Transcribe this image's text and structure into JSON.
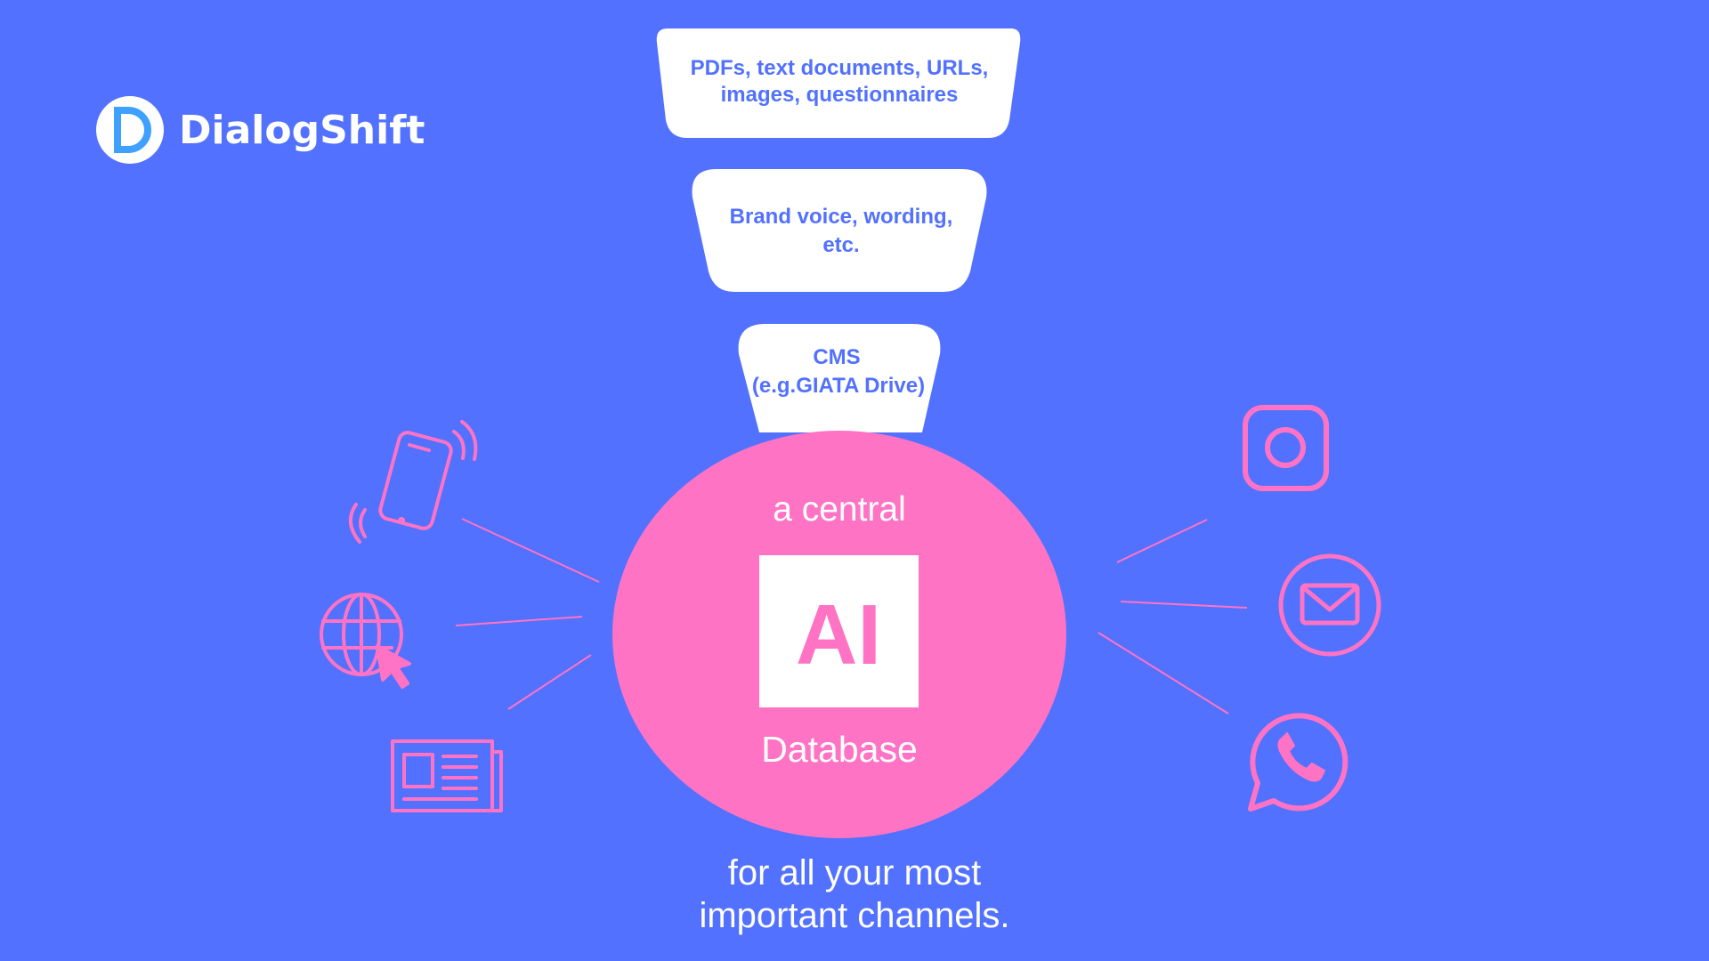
{
  "brand": {
    "name": "DialogShift",
    "logo_letter": "D"
  },
  "sources": [
    {
      "lines": [
        "PDFs, text documents, URLs,",
        "images, questionnaires"
      ]
    },
    {
      "lines": [
        "Brand voice, wording,",
        "etc."
      ]
    },
    {
      "lines": [
        "CMS",
        "(e.g.GIATA Drive)"
      ]
    }
  ],
  "center": {
    "top": "a central",
    "badge": "AI",
    "bottom": "Database"
  },
  "footer": {
    "lines": [
      "for all your most",
      "important channels."
    ]
  },
  "input_channels": [
    "phone-icon",
    "web-globe-icon",
    "newspaper-icon"
  ],
  "output_channels": [
    "instagram-icon",
    "email-icon",
    "whatsapp-icon"
  ],
  "colors": {
    "background": "#5271ff",
    "accent": "#ff73c4",
    "box": "#ffffff"
  }
}
